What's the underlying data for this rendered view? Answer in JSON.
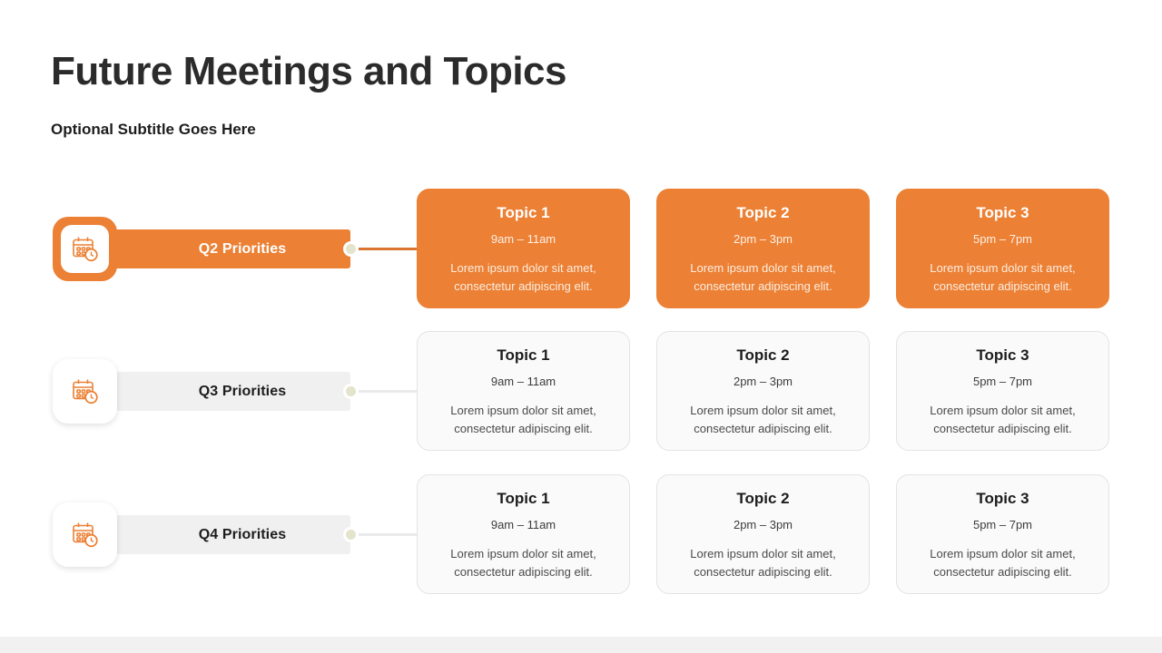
{
  "header": {
    "title": "Future Meetings and Topics",
    "subtitle": "Optional Subtitle Goes Here"
  },
  "theme": {
    "accent": "#ec8034",
    "accent_line": "#d9752f",
    "idle_bar": "#f0f0f0",
    "idle_card": "#fafafa",
    "idle_border": "#e3e3e3",
    "dot": "#e4e3cb",
    "title_color": "#2b2b2b",
    "bottom_band": "#f1f1f1"
  },
  "rows": [
    {
      "label": "Q2 Priorities",
      "icon": "calendar-clock-icon",
      "active": true,
      "cards": [
        {
          "title": "Topic 1",
          "time": "9am – 11am",
          "desc": "Lorem ipsum dolor sit amet, consectetur adipiscing elit."
        },
        {
          "title": "Topic 2",
          "time": "2pm – 3pm",
          "desc": "Lorem ipsum dolor sit amet, consectetur adipiscing elit."
        },
        {
          "title": "Topic 3",
          "time": "5pm – 7pm",
          "desc": "Lorem ipsum dolor sit amet, consectetur adipiscing elit."
        }
      ]
    },
    {
      "label": "Q3 Priorities",
      "icon": "calendar-clock-icon",
      "active": false,
      "cards": [
        {
          "title": "Topic 1",
          "time": "9am – 11am",
          "desc": "Lorem ipsum dolor sit amet, consectetur adipiscing elit."
        },
        {
          "title": "Topic 2",
          "time": "2pm – 3pm",
          "desc": "Lorem ipsum dolor sit amet, consectetur adipiscing elit."
        },
        {
          "title": "Topic 3",
          "time": "5pm – 7pm",
          "desc": "Lorem ipsum dolor sit amet, consectetur adipiscing elit."
        }
      ]
    },
    {
      "label": "Q4 Priorities",
      "icon": "calendar-clock-icon",
      "active": false,
      "cards": [
        {
          "title": "Topic 1",
          "time": "9am – 11am",
          "desc": "Lorem ipsum dolor sit amet, consectetur adipiscing elit."
        },
        {
          "title": "Topic 2",
          "time": "2pm – 3pm",
          "desc": "Lorem ipsum dolor sit amet, consectetur adipiscing elit."
        },
        {
          "title": "Topic 3",
          "time": "5pm – 7pm",
          "desc": "Lorem ipsum dolor sit amet, consectetur adipiscing elit."
        }
      ]
    }
  ]
}
